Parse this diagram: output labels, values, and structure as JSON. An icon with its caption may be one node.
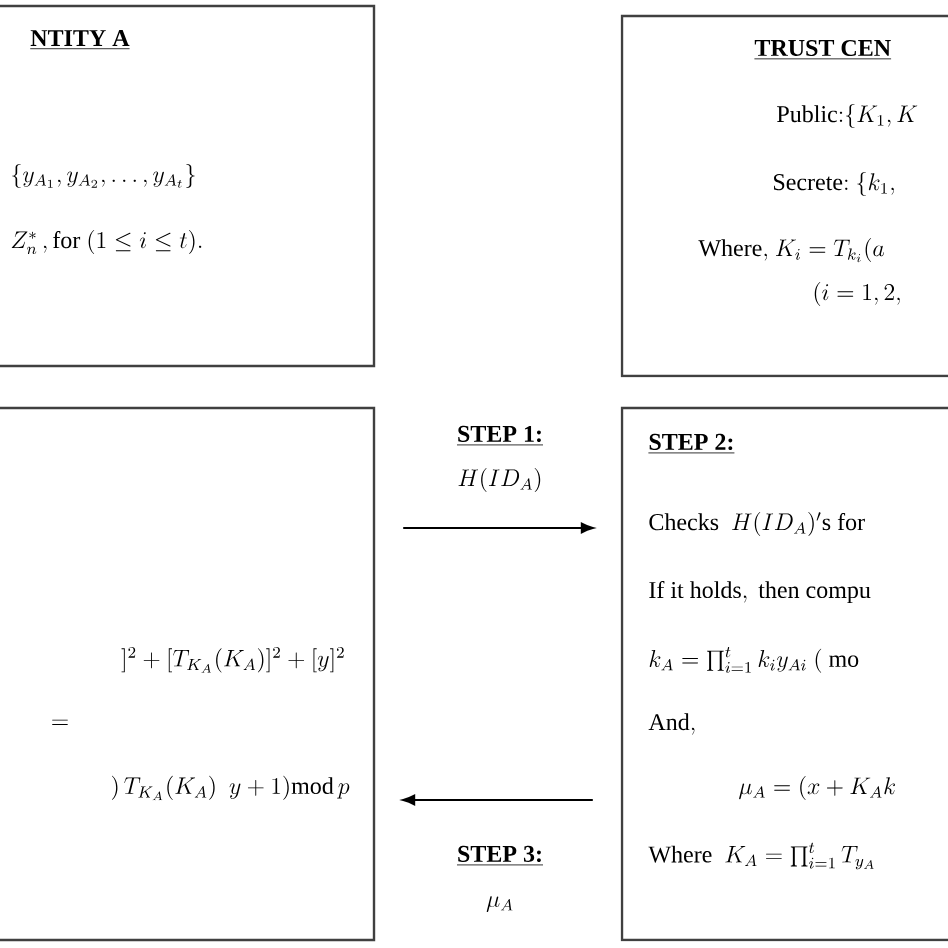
{
  "diagram": {
    "nodes": [
      {
        "text": [
          "NTITY A",
          "\\{y_{A_1}, y_{A_2}, \\dots, y_{A_t}\\}",
          "Z_n^*\\,\\mathrm{, for}\\ (1 \\le i \\le t)."
        ]
      },
      {
        "text": [
          "TRUST CEN",
          "\\mathrm{Public{:}}\\{K_1, K",
          "\\mathrm{Secrete{:}}\\ \\{k_1,",
          "\\mathrm{Where,}\\ K_i = T_{k_i}(a",
          "(i = 1,2,"
        ]
      },
      {
        "text": [
          "]^2 + [T_{K_A}(K_A)]^2 + [y]^2",
          "=",
          ")\\, T_{K_A}(K_A)\\ \\ y + 1)\\mathrm{mod}\\, p"
        ]
      },
      {
        "text": [
          "STEP 2:",
          "\\mathrm{Checks}\\ \\ H(ID_A)\\mathrm{'s\\ for}",
          "\\mathrm{If\\ it\\ holds,\\ then\\ compu}",
          "k_A = \\prod_{i=1}^{t} k_i y_{Ai}\\ (\\ \\mathrm{mo}",
          "\\mathrm{And,}",
          "\\mu_A = (x + K_A k",
          "\\mathrm{Where}\\ \\ K_A = \\prod_{i=1}^{t} T_{y_A}"
        ]
      }
    ],
    "edges": [
      {
        "from": 2,
        "to": 3,
        "arrow": "to",
        "label": "STEP 1:"
      },
      {
        "from": 3,
        "to": 2,
        "arrow": "to",
        "label": "STEP 3:"
      }
    ],
    "labels": [
      "H(ID_A)",
      "\\mu_A"
    ]
  }
}
